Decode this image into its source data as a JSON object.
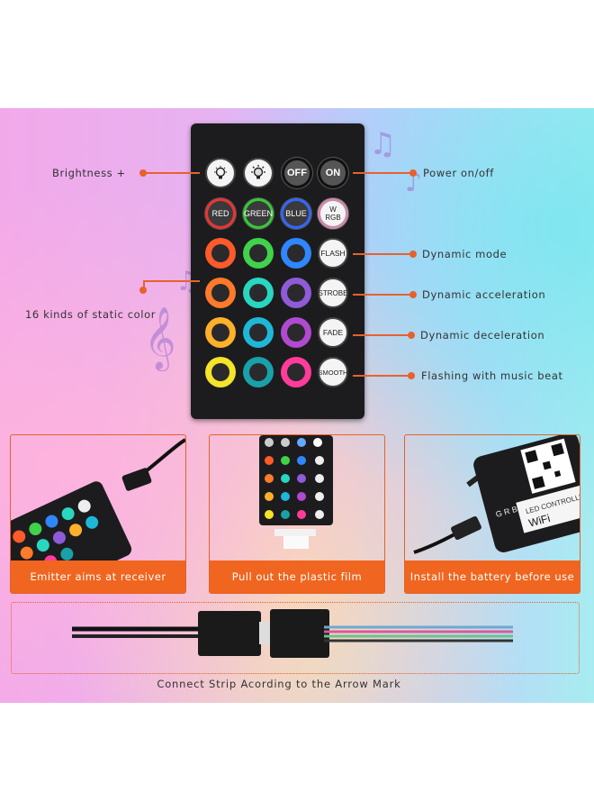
{
  "remote": {
    "row1": [
      {
        "label": "",
        "icon": "bulb-dim-icon"
      },
      {
        "label": "",
        "icon": "bulb-bright-icon"
      },
      {
        "label": "OFF"
      },
      {
        "label": "ON"
      }
    ],
    "row2": [
      "RED",
      "GREEN",
      "BLUE",
      "W\nRGB"
    ],
    "mode_buttons": [
      "FLASH",
      "STROBE",
      "FADE",
      "SMOOTH"
    ],
    "color_rings": [
      "#ff5a2a",
      "#3fd24a",
      "#2f86ff",
      "#ff7a2a",
      "#29d6c0",
      "#8f5bd8",
      "#ffb02a",
      "#1fb7d8",
      "#b04ad0",
      "#f4e42a",
      "#1aa0a8",
      "#ff3c9a"
    ]
  },
  "callouts": {
    "brightness": "Brightness +",
    "power": "Power on/off",
    "static_color": "16 kinds of static color",
    "dynamic_mode": "Dynamic mode",
    "dynamic_acceleration": "Dynamic acceleration",
    "dynamic_deceleration": "Dynamic deceleration",
    "music_flash": "Flashing with music beat"
  },
  "panels": {
    "emitter": "Emitter aims at receiver",
    "film": "Pull out the plastic film",
    "battery": "Install the battery before use"
  },
  "controller": {
    "brand_text": "WiFi",
    "model_text": "LED CONTROLLER",
    "pin_text": "G R B"
  },
  "footer": "Connect Strip Acording to the Arrow Mark",
  "colors": {
    "accent": "#f0651f",
    "remote_body": "#1c1c1e"
  }
}
